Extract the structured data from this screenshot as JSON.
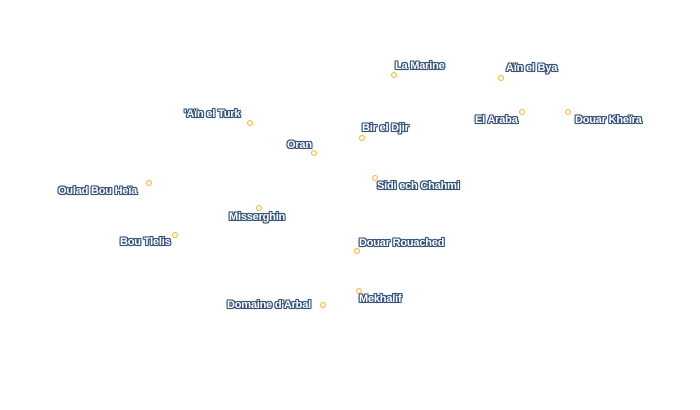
{
  "map": {
    "places": [
      {
        "name": "La Marine"
      },
      {
        "name": "Aïn el Bya"
      },
      {
        "name": "'Aïn el Turk"
      },
      {
        "name": "Bir el Djir"
      },
      {
        "name": "El Araba"
      },
      {
        "name": "Douar Kheïra"
      },
      {
        "name": "Oran"
      },
      {
        "name": "Sidi ech Chahmi"
      },
      {
        "name": "Oulad Bou Heïa"
      },
      {
        "name": "Misserghin"
      },
      {
        "name": "Bou Tlelis"
      },
      {
        "name": "Douar Rouached"
      },
      {
        "name": "Mekhalif"
      },
      {
        "name": "Domaine d'Arbal"
      }
    ],
    "colors": {
      "marker_stroke": "#f2b544",
      "label_halo": "#34527a",
      "label_text": "#ffffff"
    }
  }
}
